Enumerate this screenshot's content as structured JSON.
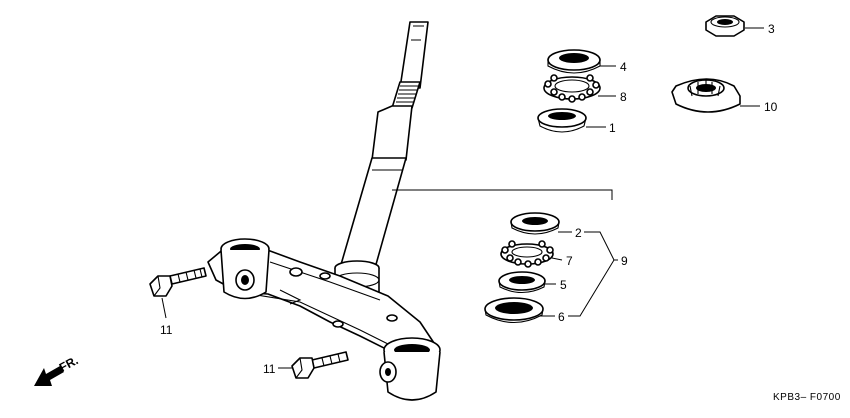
{
  "diagram": {
    "catalog_code": "KPB3– F0700",
    "direction_label": "FR.",
    "callouts": [
      {
        "id": "c1",
        "text": "1"
      },
      {
        "id": "c2",
        "text": "2"
      },
      {
        "id": "c3",
        "text": "3"
      },
      {
        "id": "c4",
        "text": "4"
      },
      {
        "id": "c5",
        "text": "5"
      },
      {
        "id": "c6",
        "text": "6"
      },
      {
        "id": "c7",
        "text": "7"
      },
      {
        "id": "c8",
        "text": "8"
      },
      {
        "id": "c9",
        "text": "9"
      },
      {
        "id": "c10",
        "text": "10"
      },
      {
        "id": "c11a",
        "text": "11"
      },
      {
        "id": "c11b",
        "text": "11"
      }
    ]
  }
}
